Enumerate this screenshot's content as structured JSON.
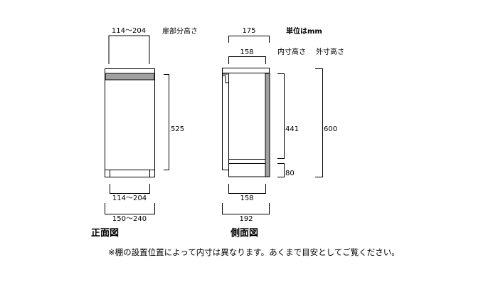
{
  "unit_label": "単位はmm",
  "front": {
    "title": "正面図",
    "top_width": "114〜204",
    "door_height_label": "扉部分高さ",
    "door_height": "525",
    "bottom_inner_width": "114〜204",
    "outer_width": "150〜240"
  },
  "side": {
    "title": "側面図",
    "top_outer_depth": "175",
    "top_inner_depth": "158",
    "inner_height_label": "内寸高さ",
    "outer_height_label": "外寸高さ",
    "inner_height": "441",
    "base_height": "80",
    "outer_height": "600",
    "bottom_inner_depth": "158",
    "bottom_outer_depth": "192"
  },
  "note": "※棚の設置位置によって内寸は異なります。あくまで目安としてご覧ください。",
  "colors": {
    "line": "#000000",
    "panel_gray": "#a0a0a0"
  }
}
